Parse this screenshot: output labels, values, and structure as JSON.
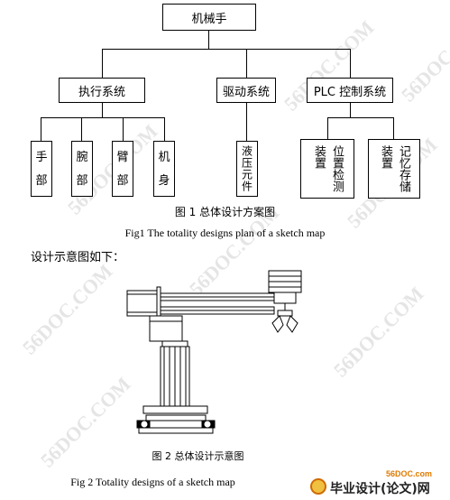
{
  "diagram": {
    "root": "机械手",
    "level2": [
      "执行系统",
      "驱动系统",
      "PLC 控制系统"
    ],
    "exec_children": [
      {
        "top": "手",
        "bottom": "部"
      },
      {
        "top": "腕",
        "bottom": "部"
      },
      {
        "top": "臂",
        "bottom": "部"
      },
      {
        "top": "机",
        "bottom": "身"
      }
    ],
    "drive_child": "液压元件",
    "plc_children": [
      {
        "col1": "装置",
        "col2": "位置检测"
      },
      {
        "col1": "装置",
        "col2": "记忆存储"
      }
    ]
  },
  "captions": {
    "fig1_cn": "图 1  总体设计方案图",
    "fig1_en": "Fig1 The totality designs plan of a sketch map",
    "body_text": "设计示意图如下：",
    "fig2_cn": "图 2  总体设计示意图",
    "fig2_en": "Fig 2 Totality designs of a sketch map"
  },
  "watermarks": [
    "56DOC.COM",
    "56DOC.COM",
    "56DOC.COM",
    "56DOC.COM",
    "56DOC.COM",
    "56DOC.COM",
    "56DOC.COM",
    "56DOC.COM"
  ],
  "logo": {
    "site": "56DOC.com",
    "text": "毕业设计(论文)网"
  }
}
